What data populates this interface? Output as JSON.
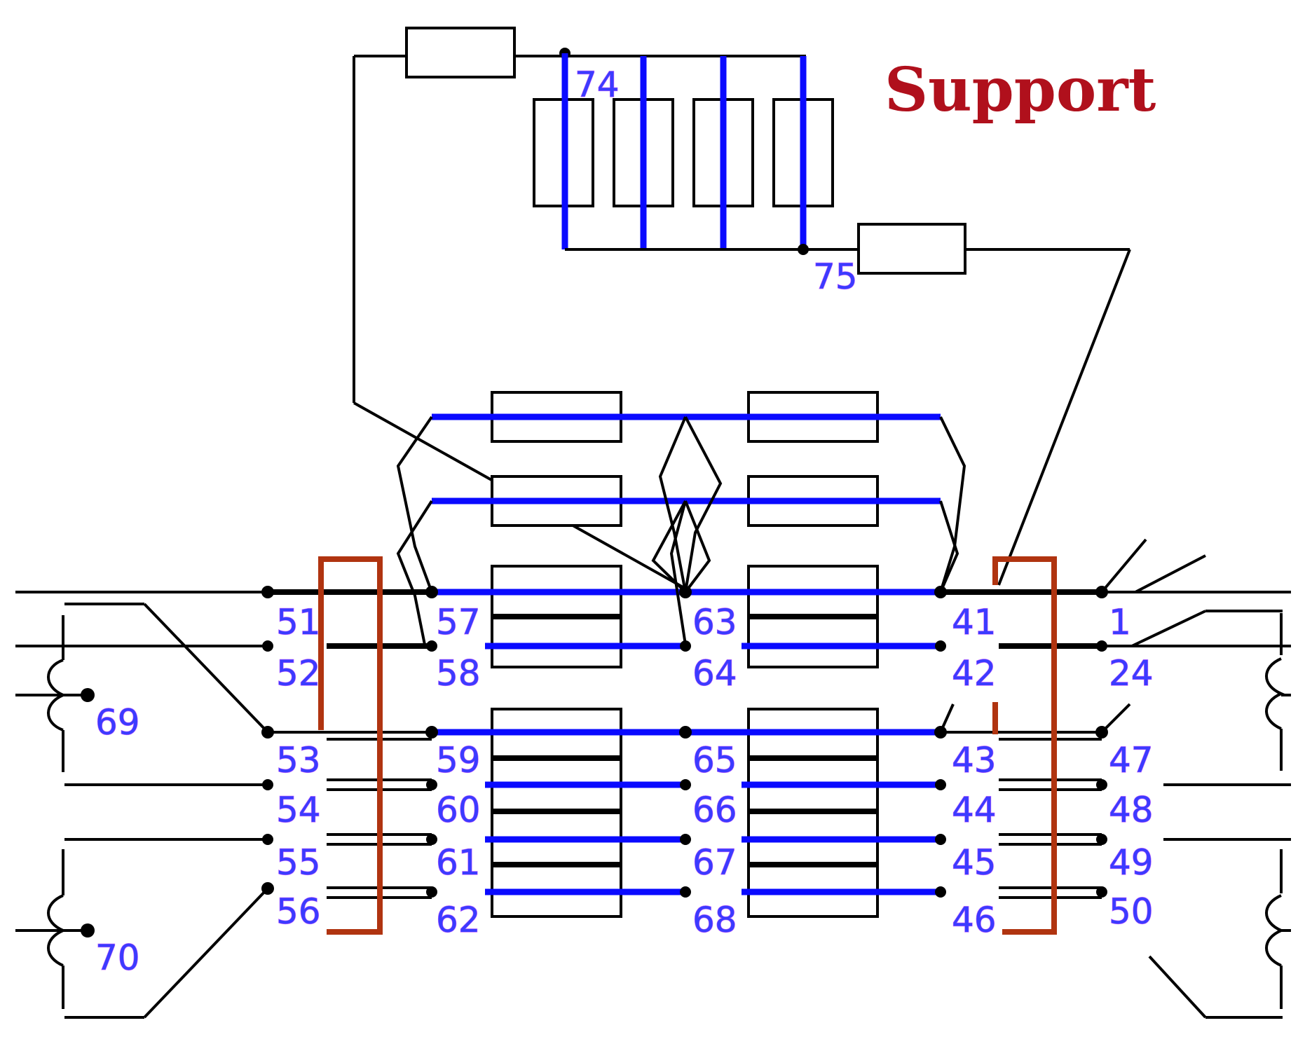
{
  "title": "Support",
  "labels": {
    "n51": "51",
    "n52": "52",
    "n53": "53",
    "n54": "54",
    "n55": "55",
    "n56": "56",
    "n57": "57",
    "n58": "58",
    "n59": "59",
    "n60": "60",
    "n61": "61",
    "n62": "62",
    "n63": "63",
    "n64": "64",
    "n65": "65",
    "n66": "66",
    "n67": "67",
    "n68": "68",
    "n41": "41",
    "n42": "42",
    "n43": "43",
    "n44": "44",
    "n45": "45",
    "n46": "46",
    "n1": "1",
    "n24": "24",
    "n47": "47",
    "n48": "48",
    "n49": "49",
    "n50": "50",
    "n69": "69",
    "n70": "70",
    "n74": "74",
    "n75": "75"
  },
  "colors": {
    "wire": "#000000",
    "track": "#0a0aff",
    "frame": "#b03410",
    "title": "#b0101c",
    "label": "#3b3bff"
  }
}
